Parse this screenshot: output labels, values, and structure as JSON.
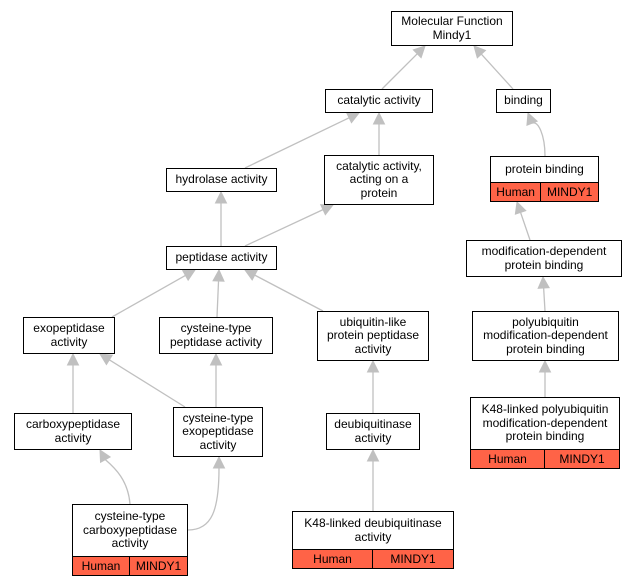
{
  "nodes": [
    {
      "id": "molecular-function",
      "label": "Molecular Function\nMindy1"
    },
    {
      "id": "catalytic-activity",
      "label": "catalytic activity"
    },
    {
      "id": "binding",
      "label": "binding"
    },
    {
      "id": "hydrolase-activity",
      "label": "hydrolase activity"
    },
    {
      "id": "catalytic-activity-protein",
      "label": "catalytic activity,\nacting on a\nprotein"
    },
    {
      "id": "protein-binding",
      "label": "protein binding",
      "annotation": [
        "Human",
        "MINDY1"
      ]
    },
    {
      "id": "peptidase-activity",
      "label": "peptidase activity"
    },
    {
      "id": "modification-dependent-protein-binding",
      "label": "modification-dependent\nprotein binding"
    },
    {
      "id": "exopeptidase-activity",
      "label": "exopeptidase\nactivity"
    },
    {
      "id": "cysteine-type-peptidase-activity",
      "label": "cysteine-type\npeptidase activity"
    },
    {
      "id": "ubiquitin-like-protein-peptidase-activity",
      "label": "ubiquitin-like\nprotein peptidase\nactivity"
    },
    {
      "id": "polyubiquitin-modification-dependent-protein-binding",
      "label": "polyubiquitin\nmodification-dependent\nprotein binding"
    },
    {
      "id": "carboxypeptidase-activity",
      "label": "carboxypeptidase\nactivity"
    },
    {
      "id": "cysteine-type-exopeptidase-activity",
      "label": "cysteine-type\nexopeptidase\nactivity"
    },
    {
      "id": "deubiquitinase-activity",
      "label": "deubiquitinase\nactivity"
    },
    {
      "id": "k48-linked-polyubiquitin-binding",
      "label": "K48-linked polyubiquitin\nmodification-dependent\nprotein binding",
      "annotation": [
        "Human",
        "MINDY1"
      ]
    },
    {
      "id": "cysteine-type-carboxypeptidase-activity",
      "label": "cysteine-type\ncarboxypeptidase\nactivity",
      "annotation": [
        "Human",
        "MINDY1"
      ]
    },
    {
      "id": "k48-linked-deubiquitinase-activity",
      "label": "K48-linked deubiquitinase\nactivity",
      "annotation": [
        "Human",
        "MINDY1"
      ]
    }
  ],
  "edges": [
    {
      "from": "catalytic-activity",
      "to": "molecular-function"
    },
    {
      "from": "binding",
      "to": "molecular-function"
    },
    {
      "from": "hydrolase-activity",
      "to": "catalytic-activity"
    },
    {
      "from": "catalytic-activity-protein",
      "to": "catalytic-activity"
    },
    {
      "from": "protein-binding",
      "to": "binding"
    },
    {
      "from": "peptidase-activity",
      "to": "hydrolase-activity"
    },
    {
      "from": "peptidase-activity",
      "to": "catalytic-activity-protein"
    },
    {
      "from": "modification-dependent-protein-binding",
      "to": "protein-binding"
    },
    {
      "from": "exopeptidase-activity",
      "to": "peptidase-activity"
    },
    {
      "from": "cysteine-type-peptidase-activity",
      "to": "peptidase-activity"
    },
    {
      "from": "ubiquitin-like-protein-peptidase-activity",
      "to": "peptidase-activity"
    },
    {
      "from": "polyubiquitin-modification-dependent-protein-binding",
      "to": "modification-dependent-protein-binding"
    },
    {
      "from": "carboxypeptidase-activity",
      "to": "exopeptidase-activity"
    },
    {
      "from": "cysteine-type-exopeptidase-activity",
      "to": "exopeptidase-activity"
    },
    {
      "from": "cysteine-type-exopeptidase-activity",
      "to": "cysteine-type-peptidase-activity"
    },
    {
      "from": "deubiquitinase-activity",
      "to": "ubiquitin-like-protein-peptidase-activity"
    },
    {
      "from": "k48-linked-polyubiquitin-binding",
      "to": "polyubiquitin-modification-dependent-protein-binding"
    },
    {
      "from": "cysteine-type-carboxypeptidase-activity",
      "to": "carboxypeptidase-activity"
    },
    {
      "from": "cysteine-type-carboxypeptidase-activity",
      "to": "cysteine-type-exopeptidase-activity"
    },
    {
      "from": "k48-linked-deubiquitinase-activity",
      "to": "deubiquitinase-activity"
    }
  ],
  "colors": {
    "edge": "#c0c0c0",
    "annotation_fill": "#ff6347"
  }
}
